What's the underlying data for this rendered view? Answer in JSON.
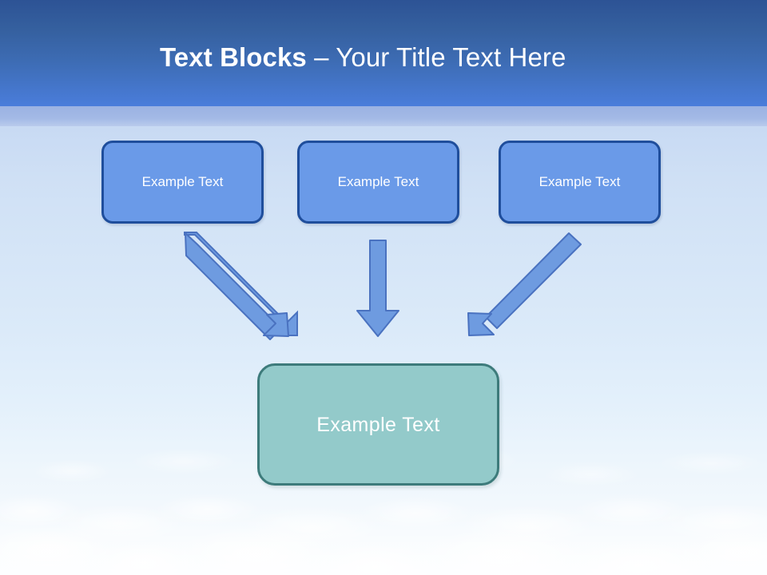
{
  "slide": {
    "title": {
      "bold_part": "Text Blocks ",
      "regular_part": "– Your Title Text Here"
    },
    "theme": {
      "header_top_color": "#2d5395",
      "header_bottom_color": "#4a7ddb",
      "accent_band_color": "#9bb2e2",
      "box_fill": "#6a9ae8",
      "box_border": "#1f4e9c",
      "result_fill": "#93caca",
      "result_border": "#3d7b7b",
      "arrow_fill": "#6e9be0",
      "arrow_border": "#4a72c0",
      "text_color": "#ffffff"
    },
    "top_boxes": [
      {
        "label": "Example Text"
      },
      {
        "label": "Example Text"
      },
      {
        "label": "Example Text"
      }
    ],
    "arrows": [
      {
        "name": "arrow-left-diagonal",
        "direction": "down-right"
      },
      {
        "name": "arrow-middle-vertical",
        "direction": "down"
      },
      {
        "name": "arrow-right-diagonal",
        "direction": "down-left"
      }
    ],
    "result_box": {
      "label": "Example Text"
    }
  }
}
